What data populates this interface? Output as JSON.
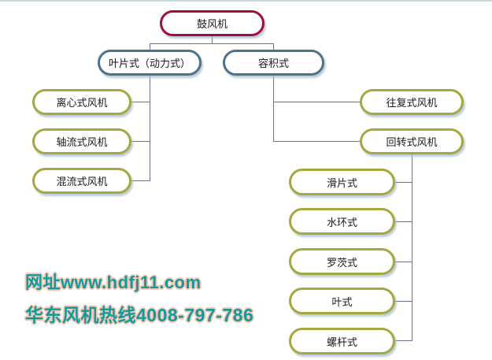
{
  "diagram": {
    "title_node": {
      "label": "鼓风机"
    },
    "level2": [
      {
        "label": "叶片式（动力式）"
      },
      {
        "label": "容积式"
      }
    ],
    "vane_children": [
      {
        "label": "离心式风机"
      },
      {
        "label": "轴流式风机"
      },
      {
        "label": "混流式风机"
      }
    ],
    "volumetric_children": [
      {
        "label": "往复式风机"
      },
      {
        "label": "回转式风机"
      }
    ],
    "rotary_children": [
      {
        "label": "滑片式"
      },
      {
        "label": "水环式"
      },
      {
        "label": "罗茨式"
      },
      {
        "label": "叶式"
      },
      {
        "label": "螺杆式"
      }
    ],
    "colors": {
      "root_border": "#a10d3c",
      "branch_border": "#4e7287",
      "leaf_border": "#a4a83e",
      "connector": "#6f6f9b",
      "box_fill": "#ffffff",
      "shadow": "#a8becd",
      "baseline": "#c9d7df"
    }
  },
  "watermark": {
    "line1": "网址www.hdfj11.com",
    "line2": "华东风机热线4008-797-786",
    "text_color": "#12999e",
    "glow_color": "#f5c9b4"
  }
}
